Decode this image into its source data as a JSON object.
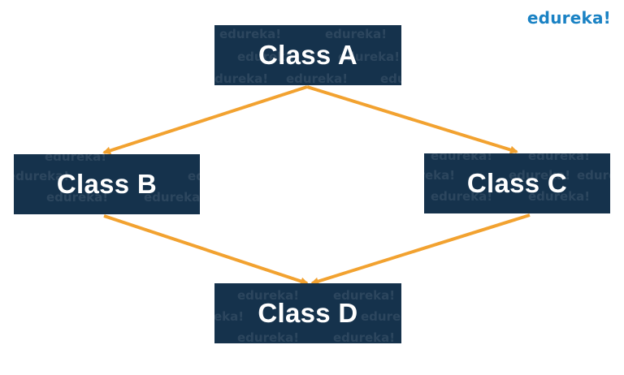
{
  "logo": {
    "text": "edureka!",
    "color": "#1a82c4"
  },
  "watermark": "edureka!",
  "colors": {
    "box_fill": "#15324c",
    "box_text": "#ffffff",
    "arrow": "#f2a230"
  },
  "nodes": {
    "a": {
      "label": "Class A"
    },
    "b": {
      "label": "Class B"
    },
    "c": {
      "label": "Class C"
    },
    "d": {
      "label": "Class D"
    }
  },
  "edges": [
    {
      "from": "Class A",
      "to": "Class B"
    },
    {
      "from": "Class A",
      "to": "Class C"
    },
    {
      "from": "Class B",
      "to": "Class D"
    },
    {
      "from": "Class C",
      "to": "Class D"
    }
  ]
}
